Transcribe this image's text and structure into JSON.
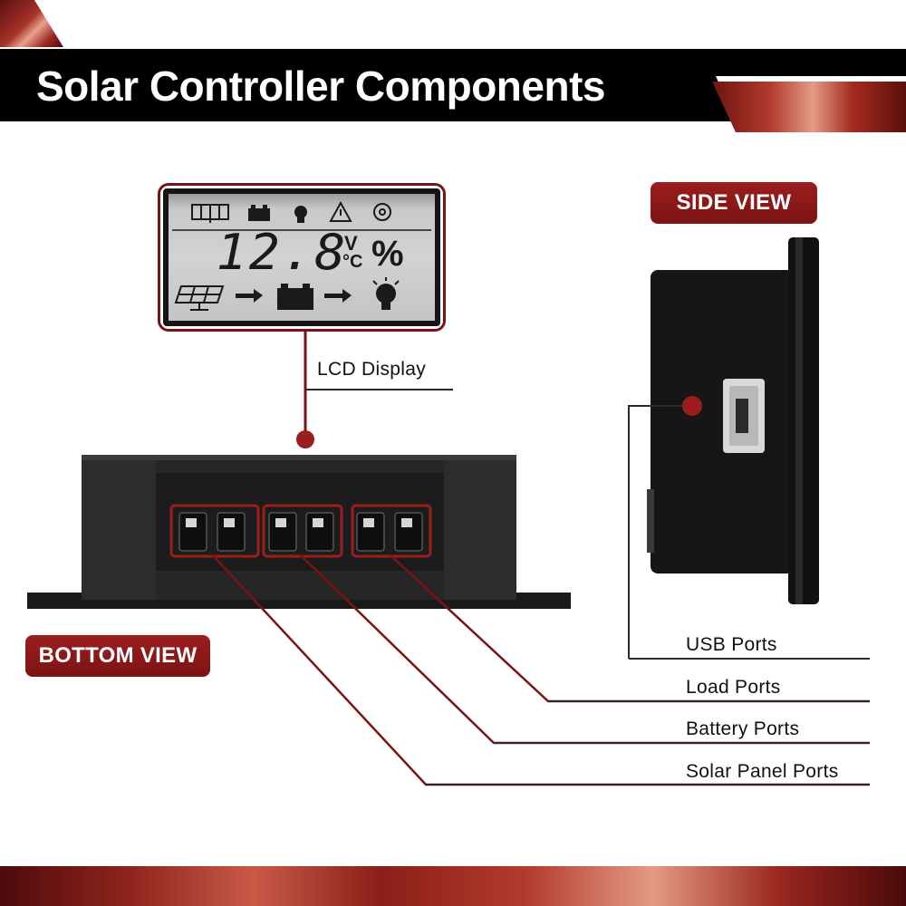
{
  "header": {
    "title": "Solar Controller Components"
  },
  "lcd": {
    "reading": "12.8",
    "unit_voltage": "V",
    "unit_temp": "°C",
    "unit_percent": "%",
    "top_icons": [
      "solar-panel-icon",
      "battery-icon",
      "bulb-icon",
      "warning-icon",
      "settings-icon"
    ],
    "bottom_icons": [
      "solar-panel-icon",
      "arrow-icon",
      "battery-icon",
      "arrow-icon",
      "bulb-icon"
    ]
  },
  "badges": {
    "side_view": "SIDE VIEW",
    "bottom_view": "BOTTOM VIEW"
  },
  "labels": {
    "lcd_display": "LCD Display",
    "usb_ports": "USB Ports",
    "load_ports": "Load Ports",
    "battery_ports": "Battery Ports",
    "solar_panel_ports": "Solar Panel Ports"
  },
  "colors": {
    "accent_red": "#7d1313",
    "dark_body": "#1c1c1c",
    "lcd_bg": "#cfcfcf"
  }
}
